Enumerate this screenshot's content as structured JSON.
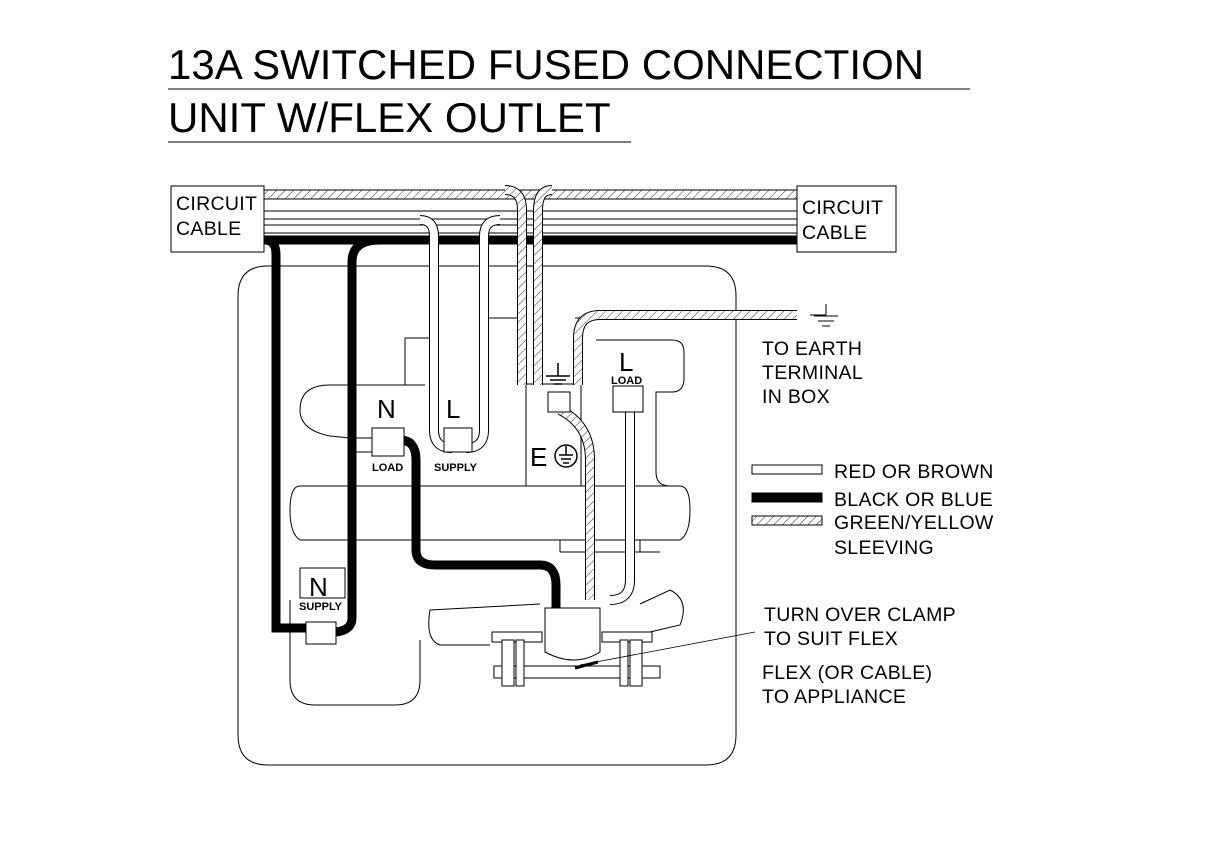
{
  "title": {
    "line1": "13A SWITCHED FUSED CONNECTION",
    "line2": "UNIT W/FLEX OUTLET"
  },
  "labels": {
    "circuit_cable_left": [
      "CIRCUIT",
      "CABLE"
    ],
    "circuit_cable_right": [
      "CIRCUIT",
      "CABLE"
    ],
    "to_earth": [
      "TO EARTH",
      "TERMINAL",
      "IN BOX"
    ],
    "clamp": [
      "TURN OVER CLAMP",
      "TO SUIT FLEX"
    ],
    "flex": [
      "FLEX (OR CABLE)",
      "TO APPLIANCE"
    ]
  },
  "terminals": {
    "n_load": {
      "letter": "N",
      "sub": "LOAD"
    },
    "l_supply": {
      "letter": "L",
      "sub": "SUPPLY"
    },
    "l_load": {
      "letter": "L",
      "sub": "LOAD"
    },
    "n_supply": {
      "letter": "N",
      "sub": "SUPPLY"
    },
    "earth": {
      "letter": "E"
    }
  },
  "legend": [
    {
      "key": "red-or-brown",
      "lines": [
        "RED OR BROWN"
      ],
      "fill": "#ffffff"
    },
    {
      "key": "black-or-blue",
      "lines": [
        "BLACK OR BLUE"
      ],
      "fill": "#000000"
    },
    {
      "key": "green-yellow",
      "lines": [
        "GREEN/YELLOW",
        "SLEEVING"
      ],
      "fill": "hatch"
    }
  ],
  "colors": {
    "line": "#000000",
    "background": "#ffffff"
  }
}
